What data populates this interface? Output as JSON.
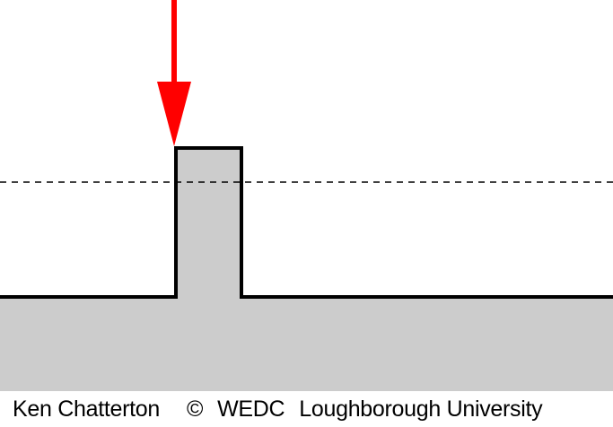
{
  "diagram": {
    "colors": {
      "background": "#ffffff",
      "fill": "#cccccc",
      "outline": "#000000",
      "arrow": "#ff0000",
      "dashed_line": "#000000"
    },
    "elements": [
      "ground-surface",
      "raised-block",
      "dashed-reference-line",
      "downward-force-arrow"
    ]
  },
  "credit": {
    "author": "Ken Chatterton",
    "copyright_symbol": "©",
    "organisation": "WEDC",
    "university": "Loughborough University"
  }
}
